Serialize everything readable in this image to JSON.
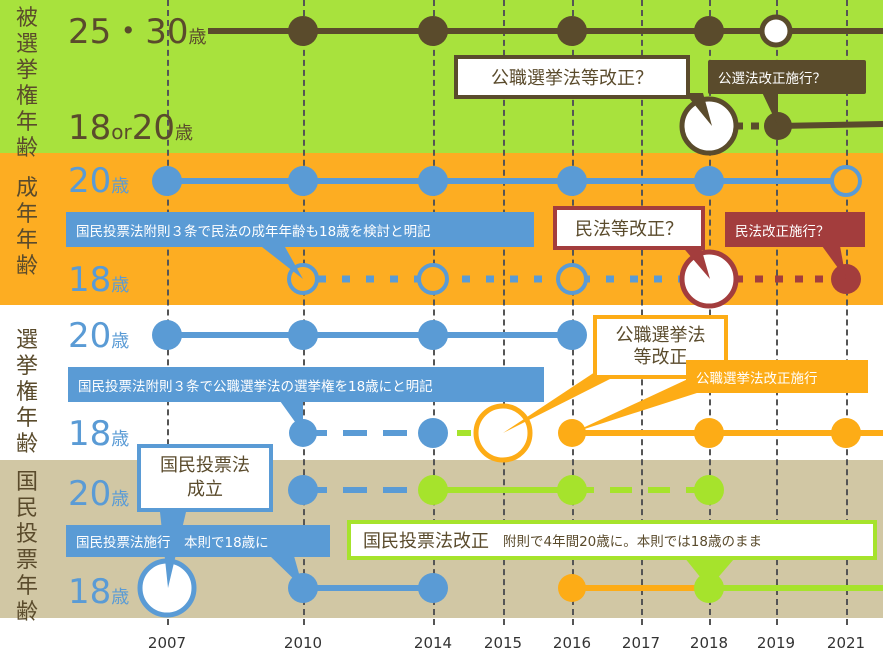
{
  "colors": {
    "green_band": "#a8e23d",
    "orange_band": "#fdad22",
    "white_band": "#ffffff",
    "tan_band": "#d1c7a4",
    "dark_olive": "#5a4b2c",
    "blue": "#5a9bd5",
    "red": "#a33d3d",
    "orange": "#fdac16",
    "lime": "#a6e32c"
  },
  "rows": {
    "r1": {
      "label": "被選挙権年齢",
      "top_value": "25・30",
      "top_unit": "歳",
      "bottom_value_a": "18",
      "bottom_or": "or",
      "bottom_value_b": "20",
      "bottom_unit": "歳"
    },
    "r2": {
      "label": "成年年齢",
      "top_value": "20",
      "top_unit": "歳",
      "bottom_value": "18",
      "bottom_unit": "歳"
    },
    "r3": {
      "label": "選挙権年齢",
      "top_value": "20",
      "top_unit": "歳",
      "bottom_value": "18",
      "bottom_unit": "歳"
    },
    "r4": {
      "label": "国民投票年齢",
      "top_value": "20",
      "top_unit": "歳",
      "bottom_value": "18",
      "bottom_unit": "歳"
    }
  },
  "years": [
    "2007",
    "2010",
    "2014",
    "2015",
    "2016",
    "2017",
    "2018",
    "2019",
    "2021"
  ],
  "callouts": {
    "c1": "公職選挙法等改正？",
    "c2": "公選法改正施行？",
    "c3": "国民投票法附則３条で民法の成年年齢も18歳を検討と明記",
    "c4": "民法等改正？",
    "c5": "民法改正施行？",
    "c6_line1": "公職選挙法",
    "c6_line2": "等改正",
    "c7": "公職選挙法改正施行",
    "c8": "国民投票法附則３条で公職選挙法の選挙権を18歳にと明記",
    "c9_line1": "国民投票法",
    "c9_line2": "成立",
    "c10": "国民投票法施行　本則で18歳に",
    "c11_main": "国民投票法改正",
    "c11_sub": "附則で4年間20歳に。本則では18歳のまま"
  }
}
